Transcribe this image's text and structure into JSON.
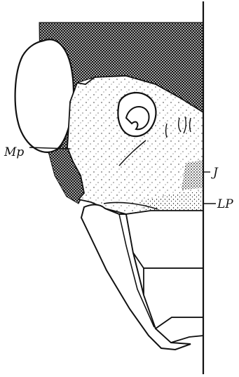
{
  "figure": {
    "labels": {
      "mp": "Mp",
      "j": "J",
      "lp": "LP"
    },
    "colors": {
      "ink": "#111111",
      "paper": "#ffffff"
    }
  }
}
